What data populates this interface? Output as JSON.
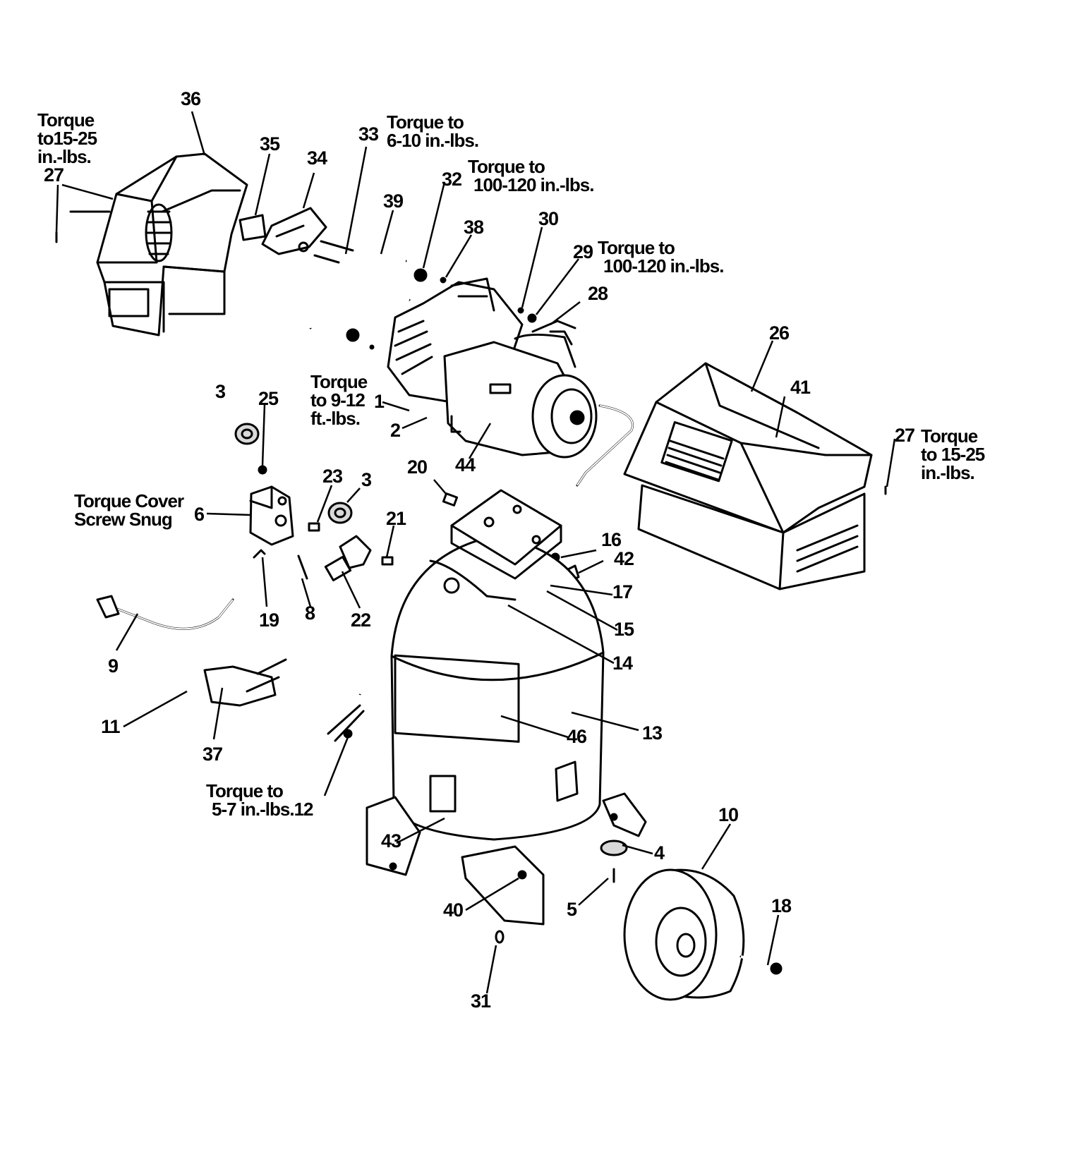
{
  "callouts": [
    {
      "id": "36",
      "text": "36"
    },
    {
      "id": "35",
      "text": "35"
    },
    {
      "id": "34",
      "text": "34"
    },
    {
      "id": "33",
      "text": "33"
    },
    {
      "id": "39",
      "text": "39"
    },
    {
      "id": "32",
      "text": "32"
    },
    {
      "id": "38",
      "text": "38"
    },
    {
      "id": "30",
      "text": "30"
    },
    {
      "id": "29",
      "text": "29"
    },
    {
      "id": "28",
      "text": "28"
    },
    {
      "id": "27a",
      "text": "27"
    },
    {
      "id": "26",
      "text": "26"
    },
    {
      "id": "41",
      "text": "41"
    },
    {
      "id": "27b",
      "text": "27"
    },
    {
      "id": "3a",
      "text": "3"
    },
    {
      "id": "25",
      "text": "25"
    },
    {
      "id": "1",
      "text": "1"
    },
    {
      "id": "2",
      "text": "2"
    },
    {
      "id": "44",
      "text": "44"
    },
    {
      "id": "20",
      "text": "20"
    },
    {
      "id": "23",
      "text": "23"
    },
    {
      "id": "3b",
      "text": "3"
    },
    {
      "id": "6",
      "text": "6"
    },
    {
      "id": "21",
      "text": "21"
    },
    {
      "id": "16",
      "text": "16"
    },
    {
      "id": "42",
      "text": "42"
    },
    {
      "id": "17",
      "text": "17"
    },
    {
      "id": "15",
      "text": "15"
    },
    {
      "id": "14",
      "text": "14"
    },
    {
      "id": "19",
      "text": "19"
    },
    {
      "id": "8",
      "text": "8"
    },
    {
      "id": "22",
      "text": "22"
    },
    {
      "id": "9",
      "text": "9"
    },
    {
      "id": "11",
      "text": "11"
    },
    {
      "id": "37",
      "text": "37"
    },
    {
      "id": "46",
      "text": "46"
    },
    {
      "id": "13",
      "text": "13"
    },
    {
      "id": "10",
      "text": "10"
    },
    {
      "id": "4",
      "text": "4"
    },
    {
      "id": "43",
      "text": "43"
    },
    {
      "id": "5",
      "text": "5"
    },
    {
      "id": "40",
      "text": "40"
    },
    {
      "id": "18",
      "text": "18"
    },
    {
      "id": "31",
      "text": "31"
    }
  ],
  "notes": {
    "n27a": [
      "Torque",
      "to15-25",
      "in.-lbs."
    ],
    "n33": [
      "Torque to",
      "6-10 in.-lbs."
    ],
    "n32": [
      "Torque to",
      "100-120 in.-lbs."
    ],
    "n29": [
      "Torque to",
      "100-120 in.-lbs."
    ],
    "n1": [
      "Torque",
      "to 9-12",
      "ft.-lbs."
    ],
    "n27b": [
      "Torque",
      "to 15-25",
      "in.-lbs."
    ],
    "n6": [
      "Torque Cover",
      "Screw Snug"
    ],
    "n12": [
      "Torque to",
      "5-7 in.-lbs.12"
    ]
  }
}
